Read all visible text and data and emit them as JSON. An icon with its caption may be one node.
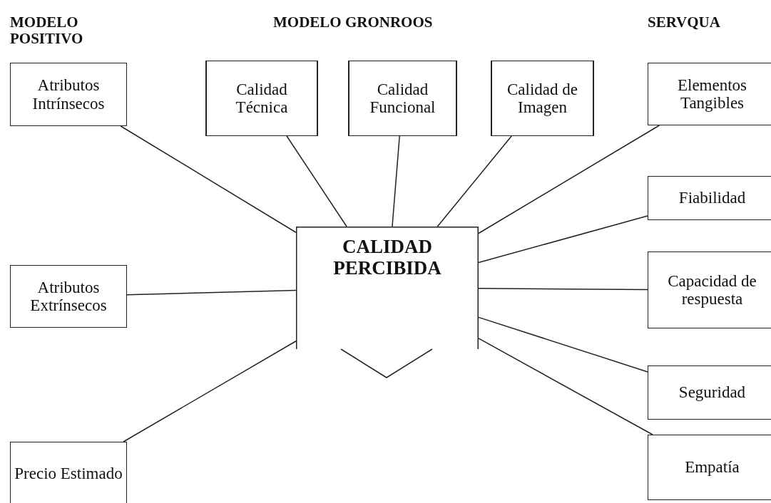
{
  "diagram": {
    "nodes": [
      {
        "text": [
          "Atributos Intrínsecos"
        ]
      },
      {
        "text": [
          "Calidad Técnica"
        ]
      },
      {
        "text": [
          "Calidad Funcional"
        ]
      },
      {
        "text": [
          "Calidad de Imagen"
        ]
      },
      {
        "text": [
          "Elementos Tangibles"
        ]
      },
      {
        "text": [
          "Atributos Extrínsecos"
        ]
      },
      {
        "text": [
          "CALIDAD PERCIBIDA"
        ]
      },
      {
        "text": [
          "Fiabilidad"
        ]
      },
      {
        "text": [
          "Capacidad de respuesta"
        ]
      },
      {
        "text": [
          "Seguridad"
        ]
      },
      {
        "text": [
          "Precio Estimado"
        ]
      },
      {
        "text": [
          "Empatía"
        ]
      }
    ],
    "edges": [
      {
        "from": 0,
        "to": 6,
        "arrow": "none"
      },
      {
        "from": 1,
        "to": 6,
        "arrow": "none"
      },
      {
        "from": 2,
        "to": 6,
        "arrow": "none"
      },
      {
        "from": 3,
        "to": 6,
        "arrow": "none"
      },
      {
        "from": 4,
        "to": 6,
        "arrow": "none"
      },
      {
        "from": 5,
        "to": 6,
        "arrow": "none"
      },
      {
        "from": 7,
        "to": 6,
        "arrow": "none"
      },
      {
        "from": 8,
        "to": 6,
        "arrow": "none"
      },
      {
        "from": 9,
        "to": 6,
        "arrow": "none"
      },
      {
        "from": 10,
        "to": 6,
        "arrow": "none"
      },
      {
        "from": 11,
        "to": 6,
        "arrow": "none"
      }
    ],
    "labels": [
      "MODELO POSITIVO",
      "MODELO GRONROOS",
      "SERVQUA"
    ]
  }
}
